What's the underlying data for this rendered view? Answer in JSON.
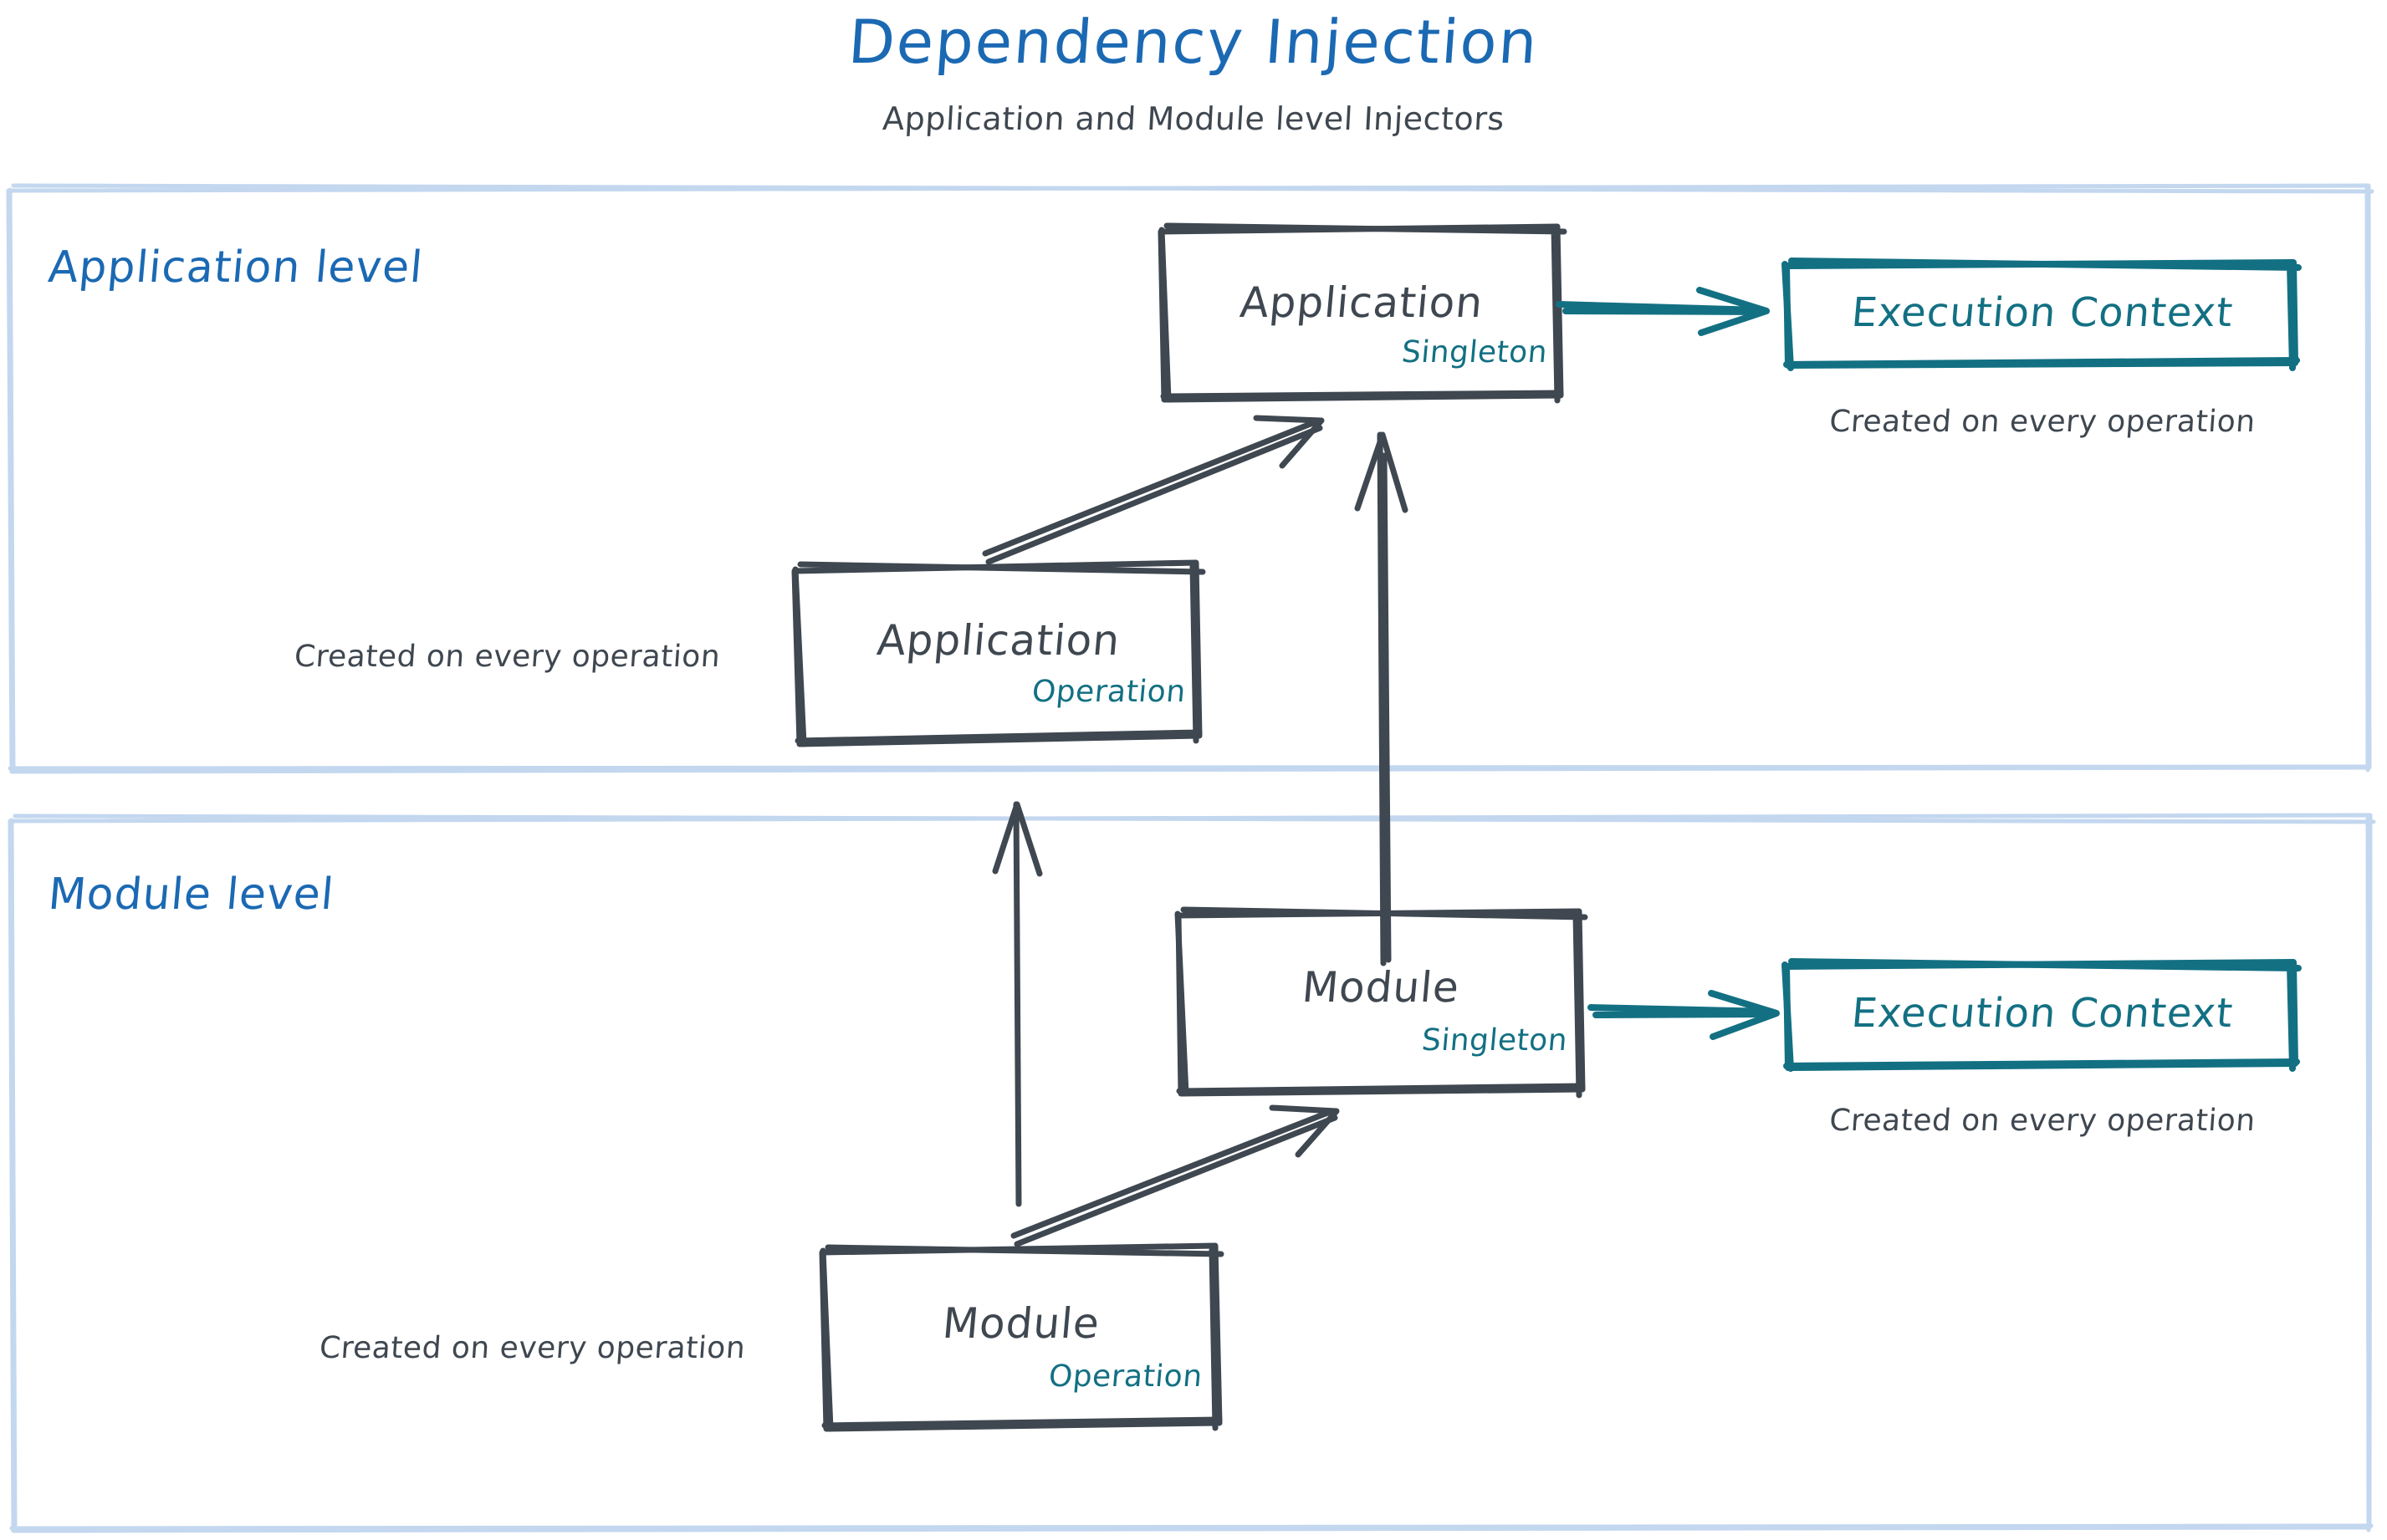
{
  "header": {
    "title": "Dependency Injection",
    "subtitle": "Application and Module level Injectors"
  },
  "colors": {
    "title_blue": "#1b69b3",
    "panel_border_blue": "#c3d7ef",
    "node_dark": "#3f4750",
    "scope_teal": "#137083",
    "background": "#ffffff"
  },
  "panels": [
    {
      "id": "application-level",
      "label": "Application level",
      "nodes": [
        {
          "id": "application-singleton",
          "title": "Application",
          "scope": "Singleton",
          "style": "dark"
        },
        {
          "id": "application-execution-context",
          "title": "Execution Context",
          "scope": "",
          "style": "teal",
          "caption": "Created on every operation"
        },
        {
          "id": "application-operation",
          "title": "Application",
          "scope": "Operation",
          "style": "dark",
          "caption": "Created on every operation"
        }
      ]
    },
    {
      "id": "module-level",
      "label": "Module level",
      "nodes": [
        {
          "id": "module-singleton",
          "title": "Module",
          "scope": "Singleton",
          "style": "dark"
        },
        {
          "id": "module-execution-context",
          "title": "Execution Context",
          "scope": "",
          "style": "teal",
          "caption": "Created on every operation"
        },
        {
          "id": "module-operation",
          "title": "Module",
          "scope": "Operation",
          "style": "dark",
          "caption": "Created on every operation"
        }
      ]
    }
  ],
  "captions": {
    "app_ctx": "Created on every operation",
    "app_operation": "Created on every operation",
    "module_ctx": "Created on every operation",
    "module_operation": "Created on every operation"
  },
  "edges": [
    {
      "id": "app-singleton-to-app-ctx",
      "from": "application-singleton",
      "to": "application-execution-context",
      "color": "#137083",
      "direction": "right"
    },
    {
      "id": "app-operation-to-app-singleton",
      "from": "application-operation",
      "to": "application-singleton",
      "color": "#3f4750",
      "direction": "up-right"
    },
    {
      "id": "module-singleton-to-app-singleton",
      "from": "module-singleton",
      "to": "application-singleton",
      "color": "#3f4750",
      "direction": "up"
    },
    {
      "id": "module-operation-to-app-operation",
      "from": "module-operation",
      "to": "application-operation",
      "color": "#3f4750",
      "direction": "up"
    },
    {
      "id": "module-singleton-to-module-ctx",
      "from": "module-singleton",
      "to": "module-execution-context",
      "color": "#137083",
      "direction": "right"
    },
    {
      "id": "module-operation-to-module-singleton",
      "from": "module-operation",
      "to": "module-singleton",
      "color": "#3f4750",
      "direction": "up-right"
    }
  ]
}
